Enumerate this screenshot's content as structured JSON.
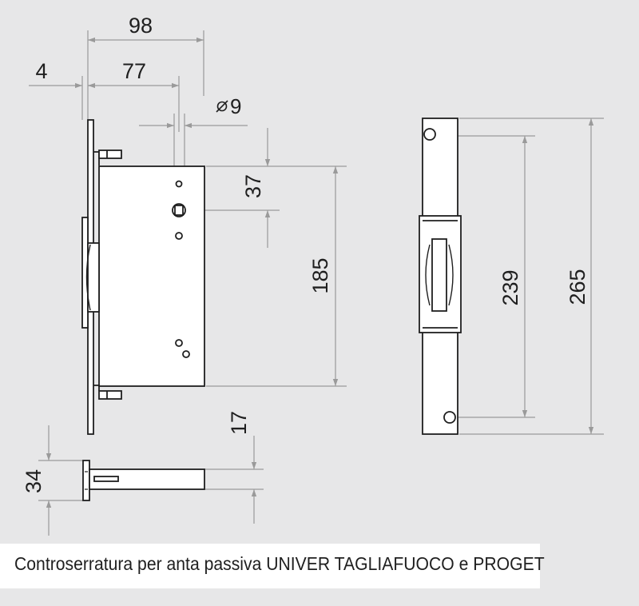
{
  "dimensions": {
    "width_total": "98",
    "width_body": "77",
    "faceplate_thickness": "4",
    "hole_diameter": "⌀9",
    "hole_offset": "37",
    "body_height": "185",
    "strike_inner": "239",
    "strike_outer": "265",
    "bolt_offset": "17",
    "thickness": "34"
  },
  "caption": "Controserratura per anta passiva UNIVER TAGLIAFUOCO e PROGET",
  "colors": {
    "background": "#e7e7e8",
    "line": "#1f1f1f",
    "dimension_line": "#9a9a9a",
    "caption_background": "#ffffff"
  }
}
